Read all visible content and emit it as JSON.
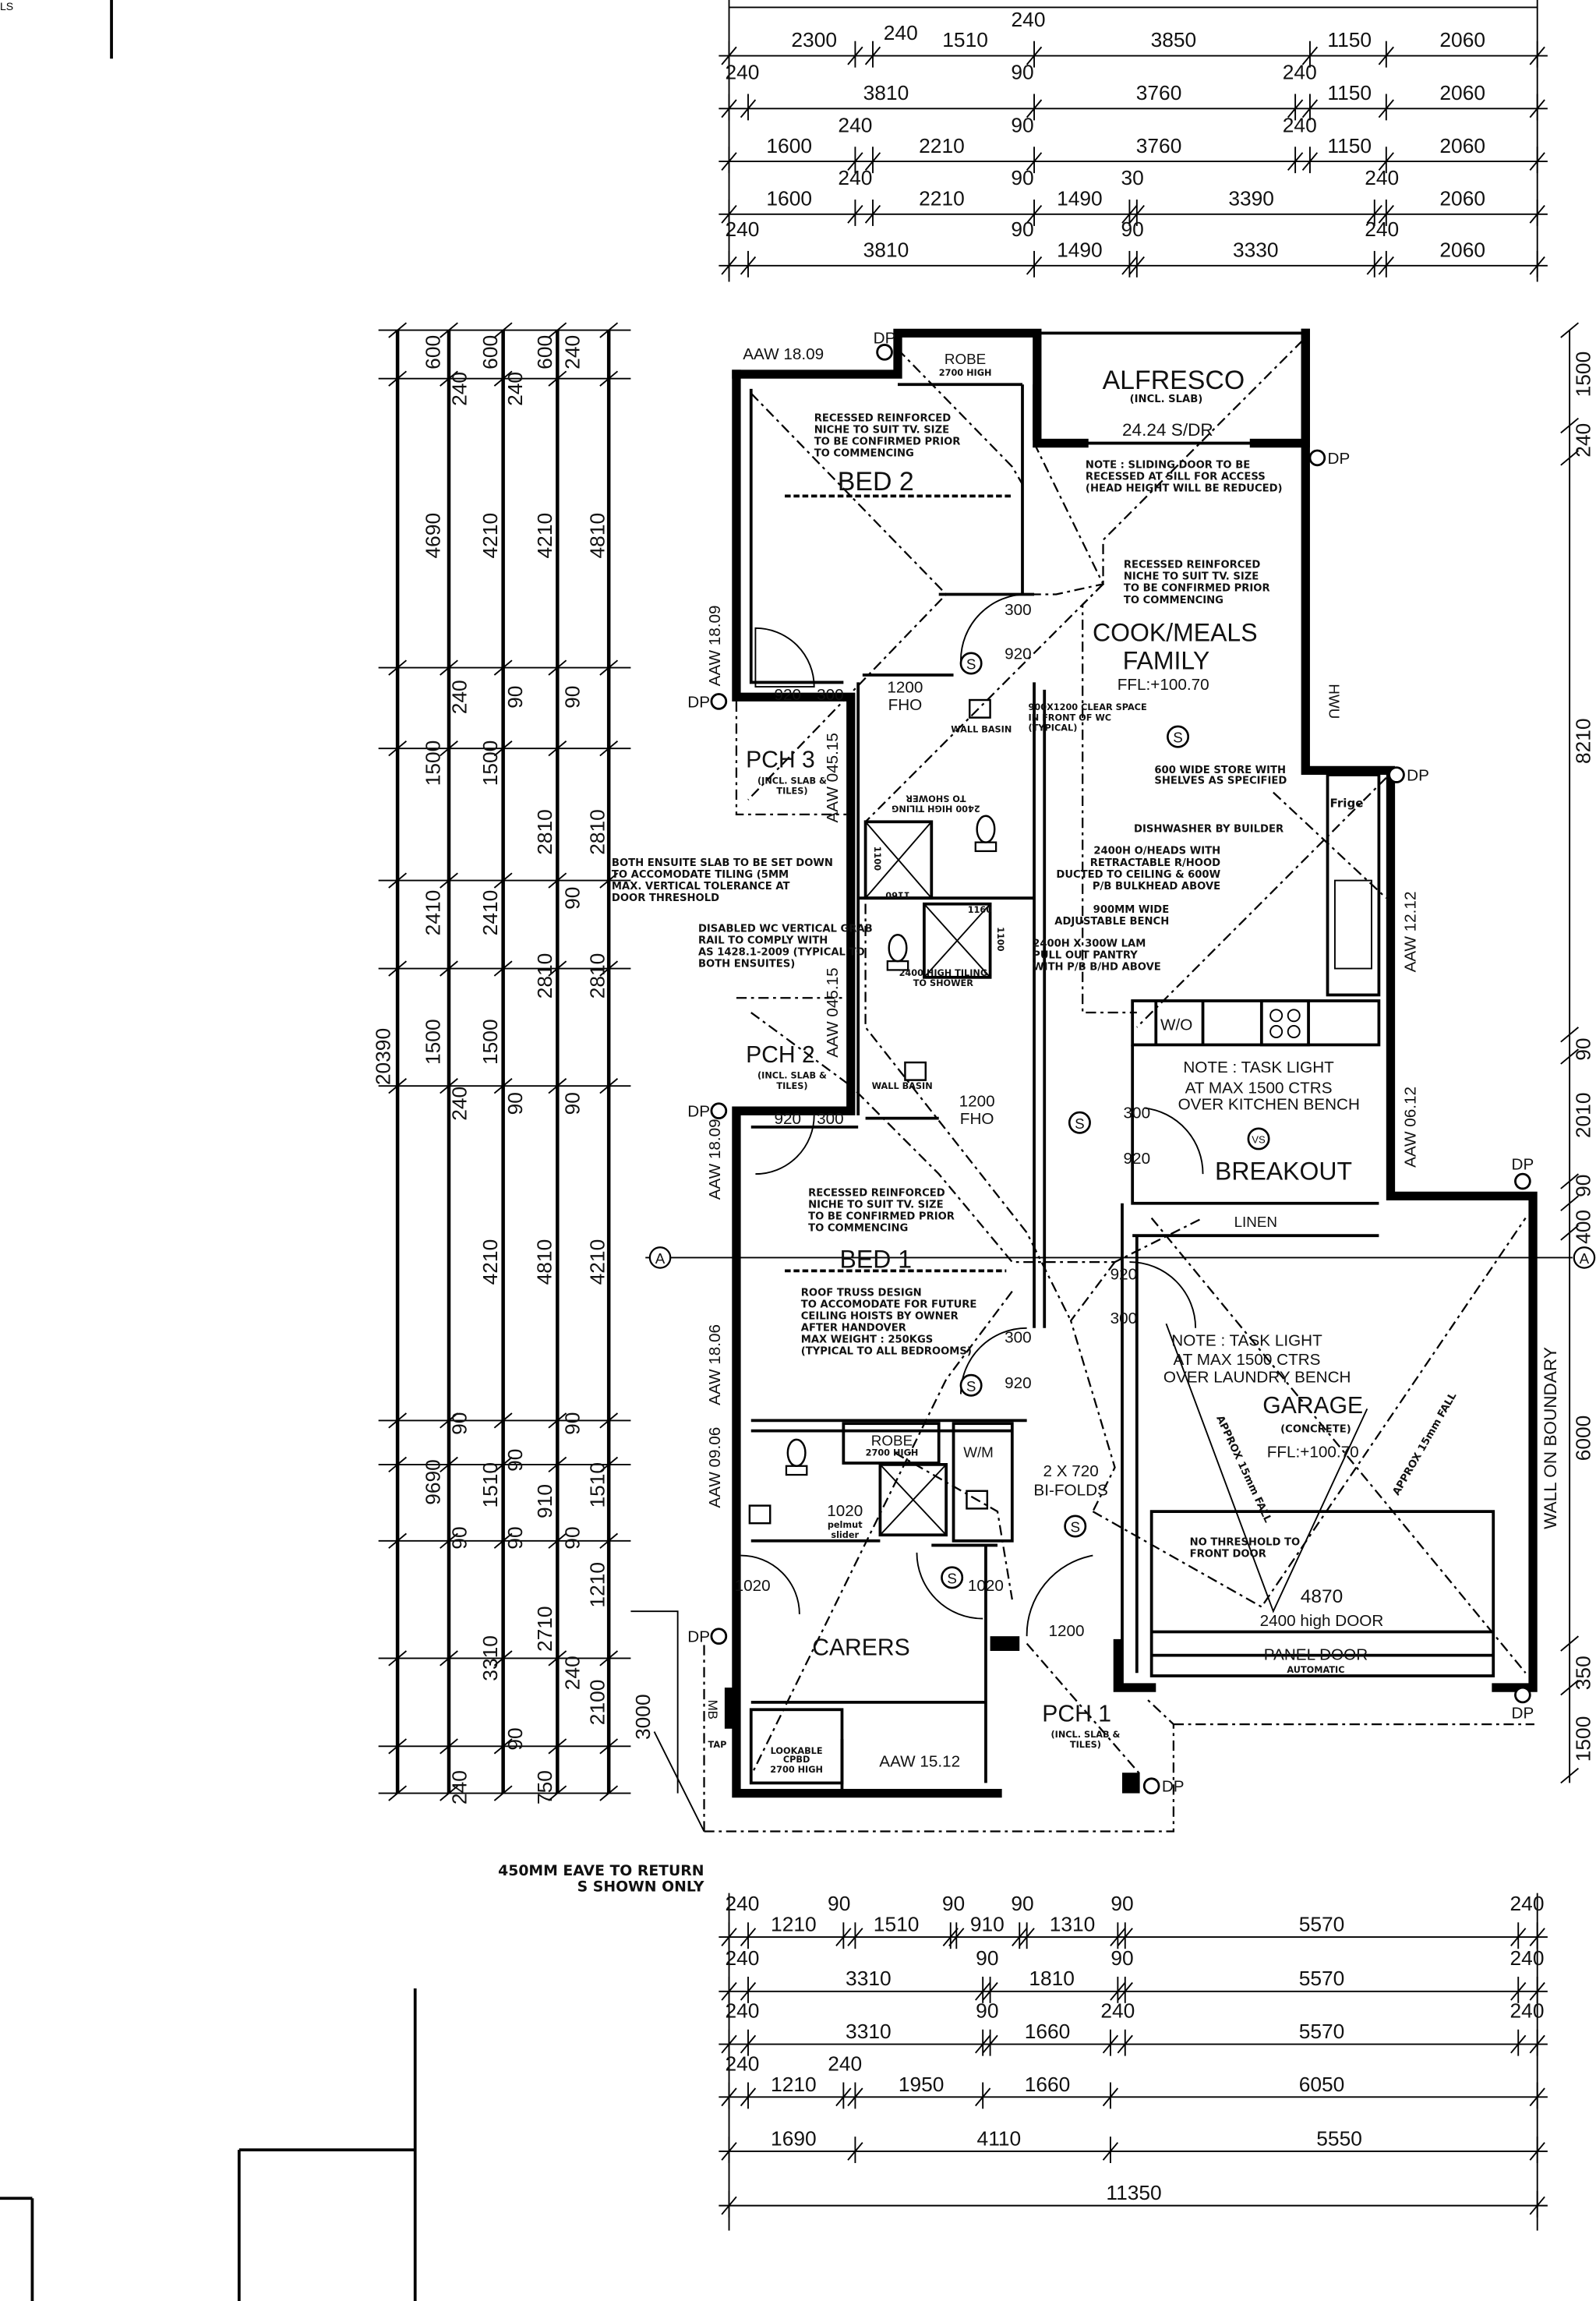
{
  "corner_label": "LS",
  "dimensions": {
    "top": [
      [
        "2300",
        "240",
        "1510",
        "240",
        "3850",
        "1150",
        "2060"
      ],
      [
        "240",
        "3810",
        "90",
        "3760",
        "240",
        "1150",
        "2060"
      ],
      [
        "240",
        "1600",
        "2210",
        "90",
        "3760",
        "240",
        "1150",
        "2060"
      ],
      [
        "1600",
        "240",
        "2210",
        "90",
        "1490",
        "30",
        "3390",
        "240",
        "2060"
      ],
      [
        "240",
        "3810",
        "90",
        "1490",
        "90",
        "3330",
        "240",
        "2060"
      ]
    ],
    "bottom": [
      [
        "240",
        "1210",
        "90",
        "1510",
        "90",
        "910",
        "90",
        "1310",
        "90",
        "5570",
        "240"
      ],
      [
        "240",
        "3310",
        "90",
        "1810",
        "90",
        "5570",
        "240"
      ],
      [
        "240",
        "3310",
        "90",
        "1660",
        "240",
        "5570",
        "240"
      ],
      [
        "240",
        "1210",
        "240",
        "1950",
        "1660",
        "6050"
      ],
      [
        "1690",
        "4110",
        "5550"
      ],
      [
        "11350"
      ]
    ],
    "left": [
      [
        "600",
        "4690",
        "1500",
        "2410",
        "1500",
        "9690"
      ],
      [
        "240",
        "240",
        "240",
        "90",
        "90",
        "240"
      ],
      [
        "600",
        "4210",
        "1500",
        "2410",
        "1500",
        "4210",
        "1510",
        "3310"
      ],
      [
        "240",
        "90",
        "90",
        "90",
        "90",
        "90"
      ],
      [
        "600",
        "4210",
        "2810",
        "2810",
        "4810",
        "910",
        "2710",
        "750"
      ],
      [
        "240",
        "90",
        "90",
        "90",
        "90",
        "90",
        "240"
      ],
      [
        "4810",
        "2810",
        "2810",
        "4210",
        "1510",
        "1210",
        "2100"
      ]
    ],
    "right": [
      "1500",
      "240",
      "8210",
      "90",
      "2010",
      "90",
      "400",
      "6000",
      "350",
      "1500"
    ],
    "overall_height": "20390",
    "eave_depth": "3000"
  },
  "labels": [
    {
      "text": "BED 2"
    },
    {
      "text": "ROBE"
    },
    {
      "text": "2700 HIGH"
    },
    {
      "text": "ALFRESCO"
    },
    {
      "text": "(INCL. SLAB)"
    },
    {
      "text": "24.24 S/DR"
    },
    {
      "text": "COOK/MEALS"
    },
    {
      "text": "FAMILY"
    },
    {
      "text": "FFL:+100.70",
      "color": "#e3202a"
    },
    {
      "text": "PCH 3"
    },
    {
      "text": "(INCL. SLAB &"
    },
    {
      "text": "TILES)"
    },
    {
      "text": "PCH 2"
    },
    {
      "text": "(INCL. SLAB &"
    },
    {
      "text": "TILES)"
    },
    {
      "text": "BED 1"
    },
    {
      "text": "NOTE : TASK LIGHT"
    },
    {
      "text": "AT MAX 1500 CTRS"
    },
    {
      "text": "OVER KITCHEN BENCH"
    },
    {
      "text": "BREAKOUT"
    },
    {
      "text": "LINEN"
    },
    {
      "text": "NOTE : TASK LIGHT"
    },
    {
      "text": "AT MAX 1500 CTRS"
    },
    {
      "text": "OVER LAUNDRY BENCH"
    },
    {
      "text": "GARAGE"
    },
    {
      "text": "(CONCRETE)"
    },
    {
      "text": "FFL:+100.70",
      "color": "#e3202a"
    },
    {
      "text": "ROBE"
    },
    {
      "text": "2700 HIGH"
    },
    {
      "text": "W/M"
    },
    {
      "text": "2 X 720"
    },
    {
      "text": "BI-FOLDS"
    },
    {
      "text": "1020"
    },
    {
      "text": "pelmut"
    },
    {
      "text": "slider"
    },
    {
      "text": "NO THRESHOLD TO"
    },
    {
      "text": "FRONT DOOR"
    },
    {
      "text": "4870"
    },
    {
      "text": "2400 high DOOR"
    },
    {
      "text": "PANEL DOOR"
    },
    {
      "text": "AUTOMATIC"
    },
    {
      "text": "CARERS"
    },
    {
      "text": "PCH 1"
    },
    {
      "text": "(INCL. SLAB &"
    },
    {
      "text": "TILES)"
    },
    {
      "text": "LOOKABLE"
    },
    {
      "text": "CPBD"
    },
    {
      "text": "2700 HIGH"
    },
    {
      "text": "TAP"
    },
    {
      "text": "W/O"
    },
    {
      "text": "Frige"
    },
    {
      "text": "WALL BASIN"
    },
    {
      "text": "WALL BASIN"
    },
    {
      "text": "1200"
    },
    {
      "text": "FHO"
    },
    {
      "text": "1200"
    },
    {
      "text": "FHO"
    },
    {
      "text": "1200"
    },
    {
      "text": "300"
    },
    {
      "text": "920"
    },
    {
      "text": "920"
    },
    {
      "text": "300"
    },
    {
      "text": "920"
    },
    {
      "text": "300"
    },
    {
      "text": "300"
    },
    {
      "text": "920"
    },
    {
      "text": "920"
    },
    {
      "text": "300"
    },
    {
      "text": "300"
    },
    {
      "text": "920"
    },
    {
      "text": "1020"
    },
    {
      "text": "1020"
    },
    {
      "text": "AAW 18.09"
    },
    {
      "text": "AAW 15.12"
    },
    {
      "text": "AAW 18.09"
    },
    {
      "text": "AAW 045.15"
    },
    {
      "text": "AAW 045.15"
    },
    {
      "text": "AAW 18.09"
    },
    {
      "text": "AAW 18.06"
    },
    {
      "text": "AAW 09.06"
    },
    {
      "text": "AAW 12.12"
    },
    {
      "text": "AAW 06.12"
    },
    {
      "text": "HWU"
    },
    {
      "text": "MB"
    },
    {
      "text": "WALL ON BOUNDARY"
    },
    {
      "text": "APPROX 15mm FALL"
    },
    {
      "text": "APPROX 15mm FALL"
    },
    {
      "text": "2400 HIGH TILING"
    },
    {
      "text": "TO SHOWER"
    },
    {
      "text": "2400 HIGH TILING"
    },
    {
      "text": "TO SHOWER"
    },
    {
      "text": "900X1200 CLEAR SPACE"
    },
    {
      "text": "IN FRONT OF WC"
    },
    {
      "text": "(TYPICAL)"
    },
    {
      "text": "1100"
    },
    {
      "text": "1160"
    },
    {
      "text": "1160"
    },
    {
      "text": "1100"
    }
  ],
  "notes": [
    {
      "lines": [
        "RECESSED REINFORCED",
        "NICHE TO SUIT TV. SIZE",
        "TO BE CONFIRMED PRIOR",
        "TO COMMENCING"
      ]
    },
    {
      "lines": [
        "NOTE : SLIDING DOOR TO BE",
        "RECESSED AT SILL FOR ACCESS",
        "(HEAD HEIGHT WILL BE REDUCED)"
      ]
    },
    {
      "lines": [
        "RECESSED REINFORCED",
        "NICHE TO SUIT TV. SIZE",
        "TO BE CONFIRMED PRIOR",
        "TO COMMENCING"
      ]
    },
    {
      "lines": [
        "600 WIDE STORE WITH",
        "SHELVES AS SPECIFIED"
      ]
    },
    {
      "lines": [
        "DISHWASHER BY BUILDER"
      ]
    },
    {
      "lines": [
        "2400H O/HEADS WITH",
        "RETRACTABLE R/HOOD",
        "DUCTED TO CEILING & 600W",
        "P/B BULKHEAD ABOVE"
      ]
    },
    {
      "lines": [
        "900MM WIDE",
        "ADJUSTABLE BENCH"
      ]
    },
    {
      "lines": [
        "2400H X 300W LAM",
        "PULL OUT PANTRY",
        "WITH P/B B/HD ABOVE"
      ]
    },
    {
      "lines": [
        "BOTH ENSUITE SLAB TO BE SET DOWN",
        "TO ACCOMODATE TILING (5MM",
        "MAX. VERTICAL TOLERANCE AT",
        "DOOR THRESHOLD"
      ]
    },
    {
      "lines": [
        "DISABLED WC VERTICAL GRAB",
        "RAIL TO COMPLY WITH",
        "AS 1428.1-2009 (TYPICAL TO",
        "BOTH ENSUITES)"
      ]
    },
    {
      "lines": [
        "RECESSED REINFORCED",
        "NICHE TO SUIT TV. SIZE",
        "TO BE CONFIRMED PRIOR",
        "TO COMMENCING"
      ]
    },
    {
      "lines": [
        "ROOF TRUSS DESIGN",
        "TO ACCOMODATE FOR FUTURE",
        "CEILING HOISTS BY OWNER",
        "AFTER HANDOVER",
        "MAX WEIGHT : 250KGS",
        "(TYPICAL TO ALL BEDROOMS)"
      ]
    },
    {
      "lines": [
        "450MM EAVE TO RETURN",
        "S SHOWN ONLY"
      ]
    }
  ],
  "downpipe_label": "DP",
  "downpipe_count": 9,
  "grid_marker": "A",
  "smoke_detector_symbol": "S",
  "vent_symbol": "VS"
}
